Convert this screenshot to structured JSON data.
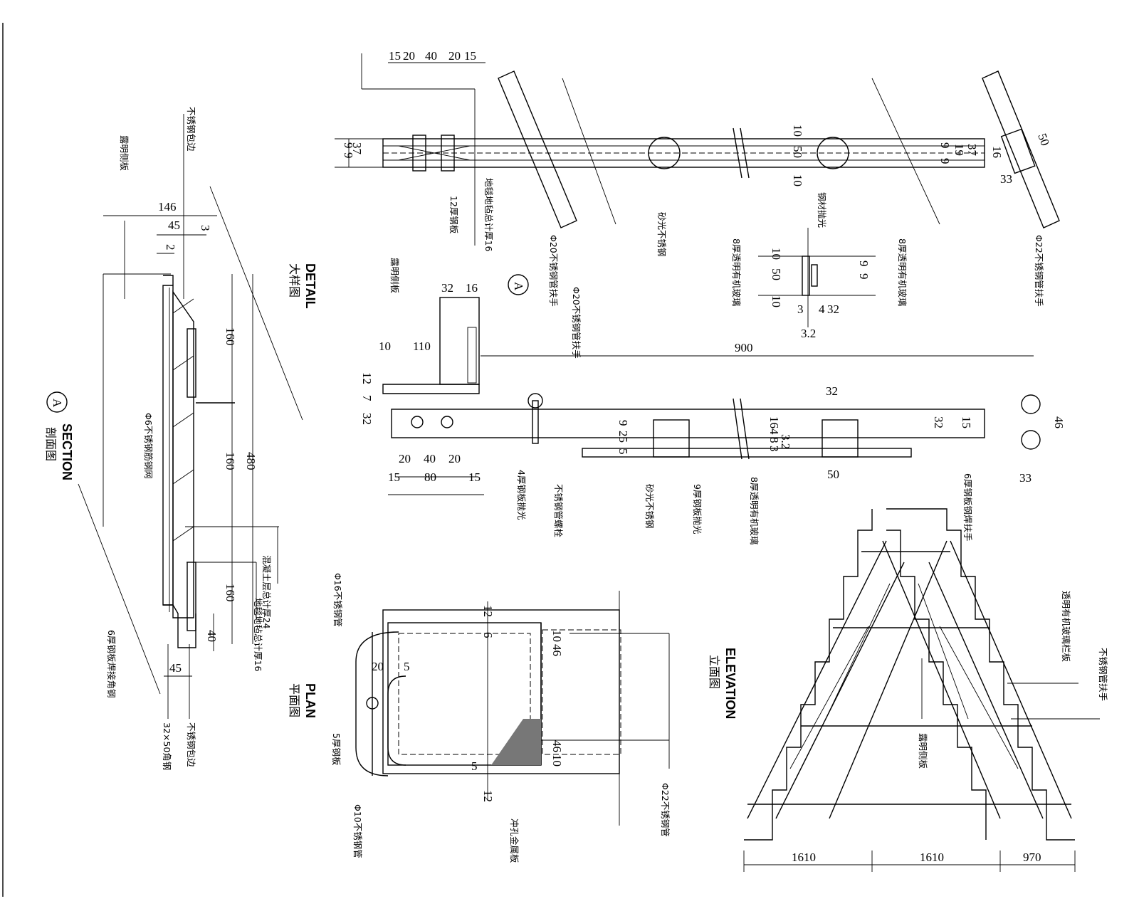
{
  "titles": {
    "section_en": "SECTION",
    "section_cn": "剖面图",
    "section_tag": "A",
    "detail_en": "DETAIL",
    "detail_cn": "大样图",
    "plan_en": "PLAN",
    "plan_cn": "平面图",
    "elevation_en": "ELEVATION",
    "elevation_cn": "立面图",
    "callout_a": "A"
  },
  "section_dims": {
    "d146": "146",
    "d45": "45",
    "d3": "3",
    "d2": "2",
    "d160a": "160",
    "d160b": "160",
    "d160c": "160",
    "d480": "480",
    "d40": "40",
    "d45b": "45"
  },
  "section_notes": {
    "n1": "露明侧板",
    "n2": "不锈钢包边",
    "n3": "Φ6不锈钢筋钢网",
    "n4": "混凝土层总计厚24",
    "n5": "地毯地毡总计厚16",
    "n6": "6厚钢板焊接角钢",
    "n7": "不锈钢包边",
    "n8": "32×50角钢"
  },
  "detail_dims": {
    "top": [
      "15",
      "20",
      "40",
      "20",
      "15"
    ],
    "d9a": "9",
    "d9b": "9",
    "d37": "37",
    "d10a": "10",
    "d50a": "50",
    "d10b": "10",
    "d9c": "9",
    "d9d": "9",
    "d19": "19",
    "d37b": "37",
    "d16": "16",
    "d33": "33",
    "d50": "50",
    "d32": "32",
    "d16b": "16",
    "d10": "10",
    "d110": "110",
    "d12": "12",
    "d7": "7",
    "d32b": "32",
    "d900": "900",
    "bot": [
      "20",
      "40",
      "20"
    ],
    "d15a": "15",
    "d80": "80",
    "d15b": "15",
    "d9e": "9",
    "d25": "25",
    "d5": "5",
    "d16c": "16",
    "d4": "4",
    "d8": "8",
    "d3c": "3",
    "d3b": "3.2",
    "d32c": "32",
    "d50b": "50",
    "d32d": "32",
    "d15c": "15",
    "d46": "46",
    "d33b": "33",
    "m10": "10",
    "m50": "50",
    "m10b": "10",
    "m9a": "9",
    "m9b": "9",
    "m3": "3",
    "m4": "4",
    "m32": "32",
    "m32b": "3.2"
  },
  "detail_notes": {
    "n1": "12厚钢板",
    "n2": "地毯地毡总计厚16",
    "n3": "Φ20不锈钢管扶手",
    "n4": "砂光不锈钢",
    "n5": "钢材抛光",
    "n6": "8厚透明有机玻璃",
    "n7": "8厚透明有机玻璃",
    "n8": "Φ22不锈钢管扶手",
    "n9": "露明侧板",
    "n10": "Φ20不锈钢管扶手",
    "n11": "4厚钢板抛光",
    "n12": "不锈钢管螺栓",
    "n13": "砂光不锈钢",
    "n14": "9厚钢板抛光",
    "n15": "8厚透明有机玻璃",
    "n16": "6厚钢板钢焊扶手"
  },
  "plan_dims": {
    "d12a": "12",
    "d6": "6",
    "d20": "20",
    "d5": "5",
    "d10": "10",
    "d46": "46",
    "d46b": "46",
    "d10b": "10",
    "d5b": "5",
    "d12b": "12"
  },
  "plan_notes": {
    "n1": "Φ16不锈钢管",
    "n2": "5厚钢板",
    "n3": "Φ10不锈钢管",
    "n4": "冲孔金属板",
    "n5": "Φ22不锈钢管"
  },
  "elev_dims": {
    "w1": "1610",
    "w2": "1610",
    "w3": "970"
  },
  "elev_notes": {
    "n1": "透明有机玻璃栏板",
    "n2": "不锈钢管扶手",
    "n3": "露明侧板"
  }
}
